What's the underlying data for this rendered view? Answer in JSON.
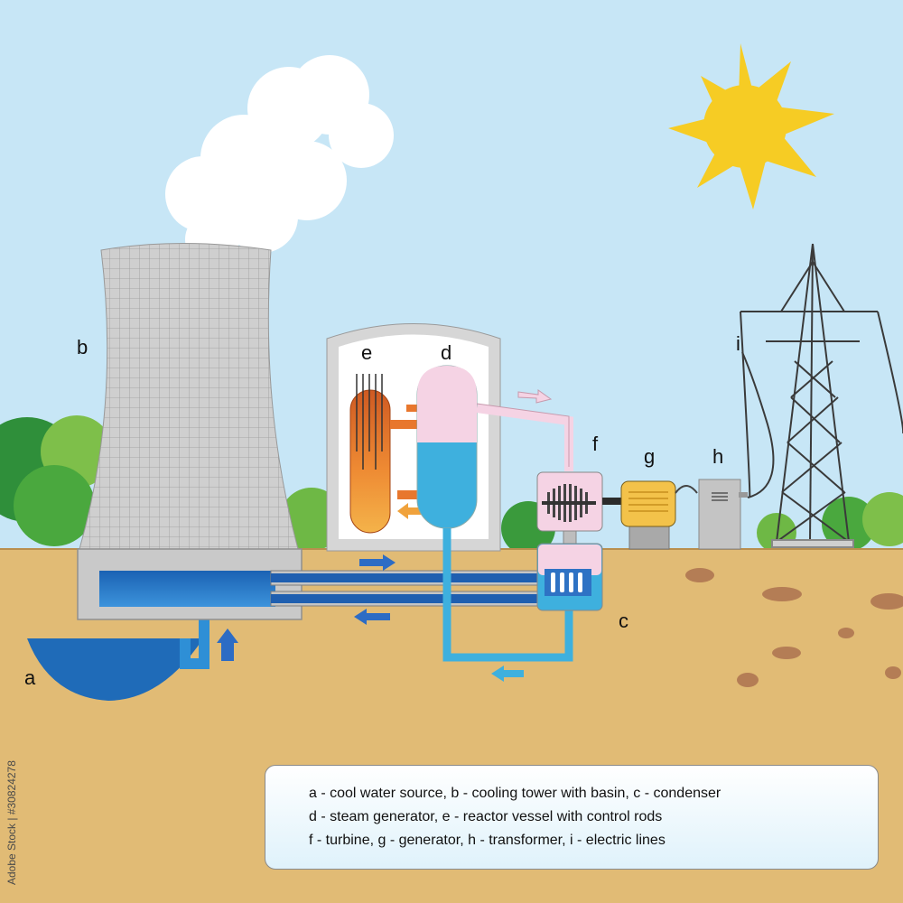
{
  "labels": {
    "a": "a",
    "b": "b",
    "c": "c",
    "d": "d",
    "e": "e",
    "f": "f",
    "g": "g",
    "h": "h",
    "i": "i"
  },
  "legend": {
    "line1": "a - cool water source,   b - cooling tower with basin,   c - condenser",
    "line2": "d - steam generator,   e - reactor vessel with control rods",
    "line3": "f - turbine,   g - generator,   h - transformer,   i - electric lines"
  },
  "watermark": "Adobe Stock | #30824278",
  "colors": {
    "sky": "#c7e6f6",
    "ground": "#e1bb75",
    "water": "#3aa7d8",
    "steam": "#f5d3e4",
    "hot_pipe": "#e8772d",
    "sun": "#f6cc24"
  },
  "icons": [
    "sun-icon",
    "cloud-icon",
    "tree-icon",
    "pylon-icon",
    "arrow-icon"
  ]
}
